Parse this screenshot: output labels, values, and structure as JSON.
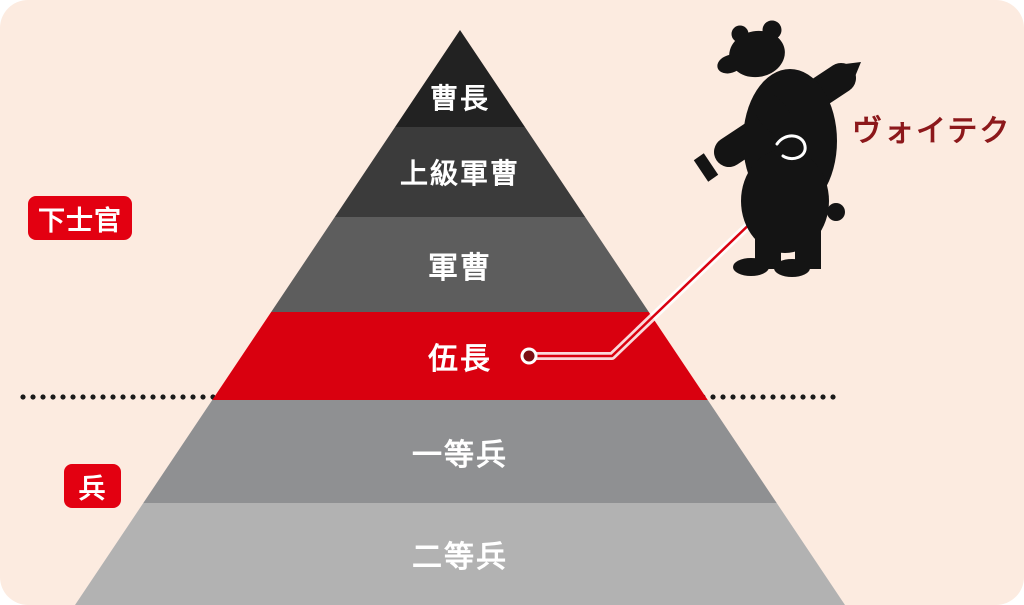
{
  "page": {
    "background": "#fcebe0"
  },
  "pyramid": {
    "levels": [
      {
        "label": "曹長",
        "color": "#222222"
      },
      {
        "label": "上級軍曹",
        "color": "#3b3b3b"
      },
      {
        "label": "軍曹",
        "color": "#5d5d5d"
      },
      {
        "label": "伍長",
        "color": "#d9000f"
      },
      {
        "label": "一等兵",
        "color": "#8f9092"
      },
      {
        "label": "二等兵",
        "color": "#b2b2b2"
      }
    ]
  },
  "groups": {
    "nco_label": "下士官",
    "soldier_label": "兵",
    "badge_color": "#e30011",
    "divider_color": "#1a1a1a"
  },
  "callout": {
    "name": "ヴォイテク",
    "name_color": "#8c181b",
    "line_color": "#d9000f",
    "halo_color": "#ffffff",
    "dot_color": "#7c1014",
    "bear_color": "#141414",
    "bear_icon": "bear-carrying-artillery-shell"
  }
}
